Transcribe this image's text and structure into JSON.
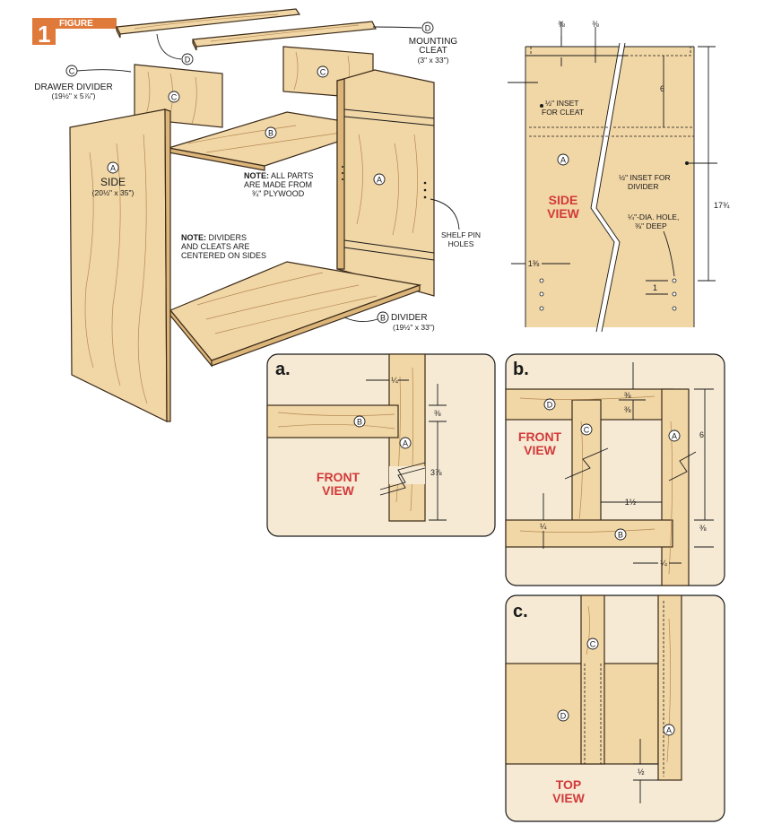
{
  "badge": {
    "number": "1",
    "label": "FIGURE"
  },
  "parts": {
    "mounting_cleat": {
      "letter": "D",
      "name": "MOUNTING CLEAT",
      "size": "(3\" x 33\")"
    },
    "drawer_divider": {
      "letter": "C",
      "name": "DRAWER DIVIDER",
      "size": "(19½\" x 5⅞\")"
    },
    "side": {
      "letter": "A",
      "name": "SIDE",
      "size": "(20½\" x 35\")"
    },
    "divider": {
      "letter": "B",
      "name": "DIVIDER",
      "size": "(19½\" x 33\")"
    },
    "shelf_pin_holes": "SHELF PIN HOLES"
  },
  "notes": {
    "note1_lead": "NOTE:",
    "note1_l1": "ALL PARTS",
    "note1_l2": "ARE MADE FROM",
    "note1_l3": "¾\" PLYWOOD",
    "note2_lead": "NOTE:",
    "note2_l1": "DIVIDERS",
    "note2_l2": "AND CLEATS ARE",
    "note2_l3": "CENTERED ON SIDES"
  },
  "side_view": {
    "title_l1": "SIDE",
    "title_l2": "VIEW",
    "letter": "A",
    "dim_top_left": "⅜",
    "dim_top_right": "⅜",
    "dim_6": "6",
    "dim_17_3_4": "17¾",
    "dim_1_3_8": "1⅜",
    "dim_1": "1",
    "inset_cleat_l1": "½\" INSET",
    "inset_cleat_l2": "FOR CLEAT",
    "inset_div_l1": "½\" INSET FOR",
    "inset_div_l2": "DIVIDER",
    "hole_l1": "¼\"-DIA. HOLE,",
    "hole_l2": "⅜\" DEEP"
  },
  "detail_a": {
    "title": "a.",
    "view_l1": "FRONT",
    "view_l2": "VIEW",
    "dim_1_4": "¼",
    "dim_3_8": "⅜",
    "dim_3_7_8": "3⅞",
    "letter_b": "B",
    "letter_a": "A"
  },
  "detail_b": {
    "title": "b.",
    "view_l1": "FRONT",
    "view_l2": "VIEW",
    "dim_3_8_top": "⅜",
    "dim_3_8_mid": "⅜",
    "dim_6": "6",
    "dim_1_1_2": "1½",
    "dim_1_4_left": "¼",
    "dim_3_8_right": "⅜",
    "dim_1_4_bottom": "¼",
    "letter_d": "D",
    "letter_c": "C",
    "letter_a": "A",
    "letter_b": "B"
  },
  "detail_c": {
    "title": "c.",
    "view_l1": "TOP",
    "view_l2": "VIEW",
    "dim_1_2": "½",
    "letter_c": "C",
    "letter_d": "D",
    "letter_a": "A"
  }
}
